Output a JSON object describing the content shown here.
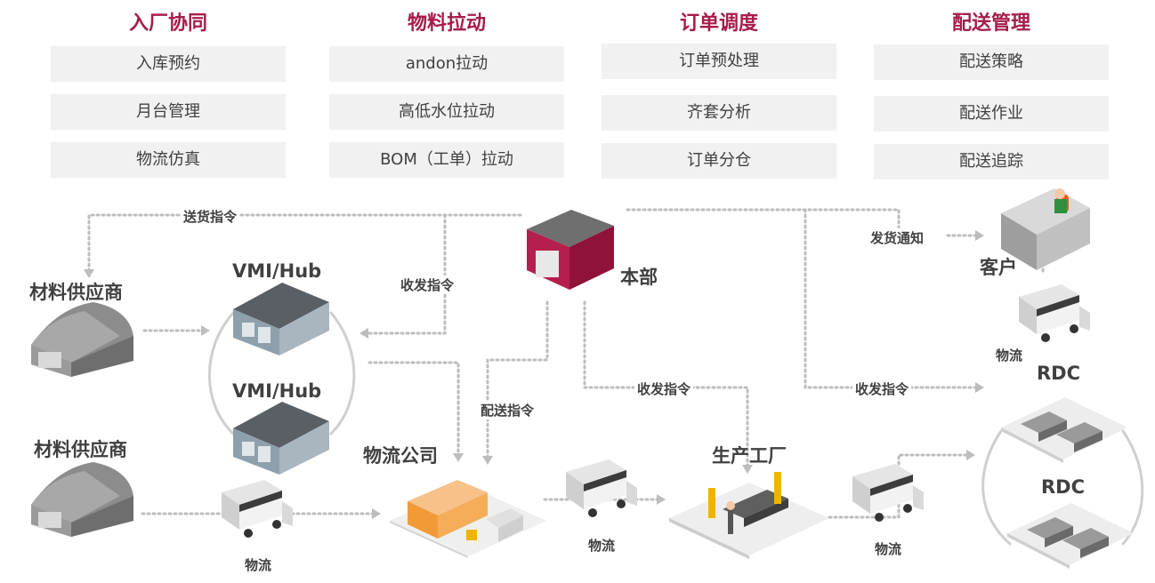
{
  "categories": [
    {
      "title": "入厂协同",
      "items": [
        "入库预约",
        "月台管理",
        "物流仿真"
      ]
    },
    {
      "title": "物料拉动",
      "items": [
        "andon拉动",
        "高低水位拉动",
        "BOM（工单）拉动"
      ]
    },
    {
      "title": "订单调度",
      "items": [
        "订单预处理",
        "齐套分析",
        "订单分仓"
      ]
    },
    {
      "title": "配送管理",
      "items": [
        "配送策略",
        "配送作业",
        "配送追踪"
      ]
    }
  ],
  "nodes": {
    "supplier_1": "材料供应商",
    "supplier_2": "材料供应商",
    "vmi_1": "VMI/Hub",
    "vmi_2": "VMI/Hub",
    "hq": "本部",
    "logistics_company": "物流公司",
    "factory": "生产工厂",
    "customer": "客户",
    "rdc_1": "RDC",
    "rdc_2": "RDC"
  },
  "flows": {
    "delivery_instruction": "送货指令",
    "receive_send_1": "收发指令",
    "dispatch_instruction": "配送指令",
    "receive_send_2": "收发指令",
    "receive_send_3": "收发指令",
    "shipping_notice": "发货通知",
    "logistics_1": "物流",
    "logistics_2": "物流",
    "logistics_3": "物流",
    "logistics_4": "物流"
  },
  "colors": {
    "accent": "#a61c4a",
    "pill_bg": "#f1f1f1",
    "connector": "#bdbdbd"
  }
}
